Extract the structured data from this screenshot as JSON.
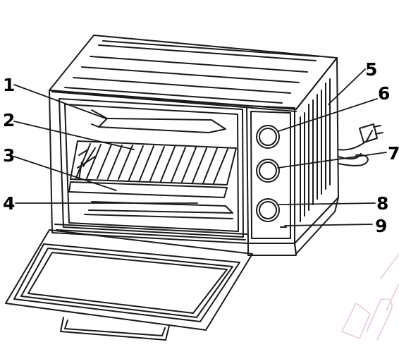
{
  "diagram": {
    "callouts": [
      {
        "id": "1",
        "label": "1"
      },
      {
        "id": "2",
        "label": "2"
      },
      {
        "id": "3",
        "label": "3"
      },
      {
        "id": "4",
        "label": "4"
      },
      {
        "id": "5",
        "label": "5"
      },
      {
        "id": "6",
        "label": "6"
      },
      {
        "id": "7",
        "label": "7"
      },
      {
        "id": "8",
        "label": "8"
      },
      {
        "id": "9",
        "label": "9"
      }
    ],
    "colors": {
      "line": "#1a1a1a",
      "background": "#ffffff",
      "watermark": "#e8c6ce"
    }
  }
}
